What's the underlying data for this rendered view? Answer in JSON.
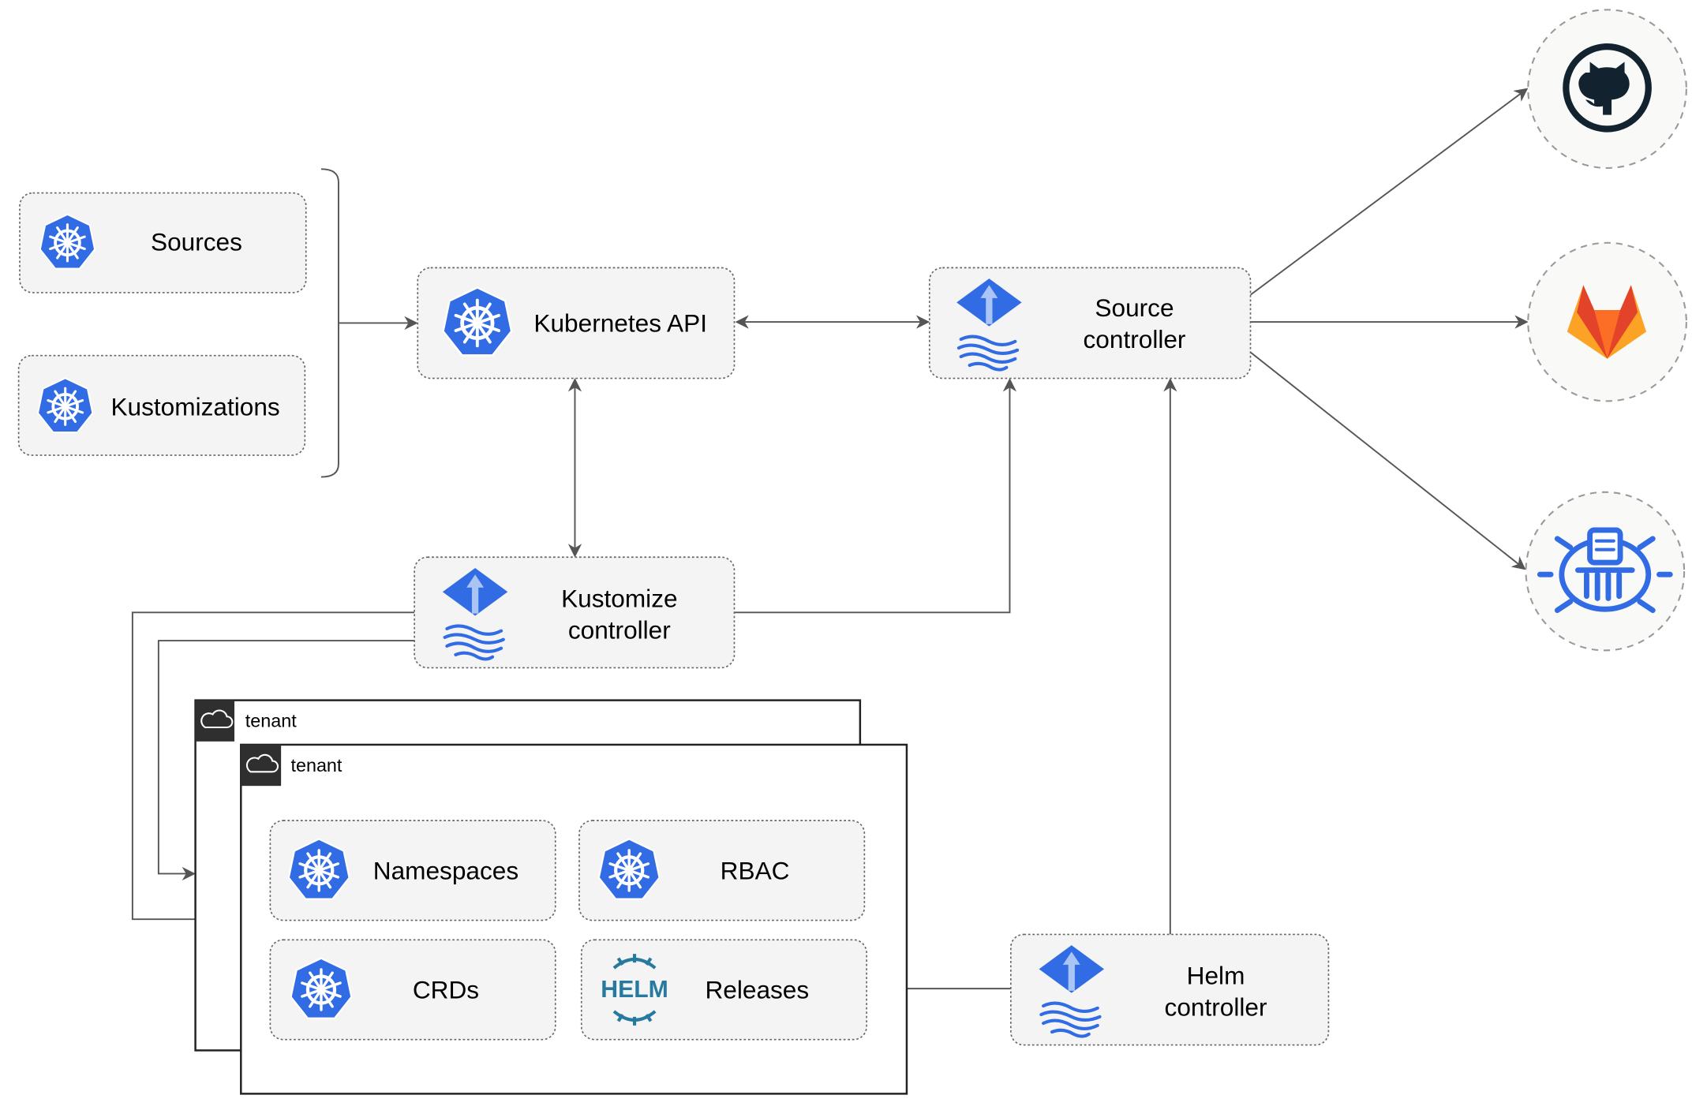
{
  "resources": {
    "sources": "Sources",
    "kustomizations": "Kustomizations"
  },
  "kubernetes_api": "Kubernetes API",
  "source_controller": {
    "line1": "Source",
    "line2": "controller"
  },
  "kustomize_controller": {
    "line1": "Kustomize",
    "line2": "controller"
  },
  "helm_controller": {
    "line1": "Helm",
    "line2": "controller"
  },
  "tenants": [
    {
      "label": "tenant"
    },
    {
      "label": "tenant",
      "items": {
        "namespaces": "Namespaces",
        "rbac": "RBAC",
        "crds": "CRDs",
        "releases": "Releases"
      }
    }
  ],
  "helm_logo_text": "HELM",
  "external_sources": [
    "github-icon",
    "gitlab-icon",
    "helm-repository-icon"
  ],
  "colors": {
    "kubernetes_blue": "#326CE5",
    "gitlab_orange": "#E24329",
    "github_dark": "#12232F"
  }
}
